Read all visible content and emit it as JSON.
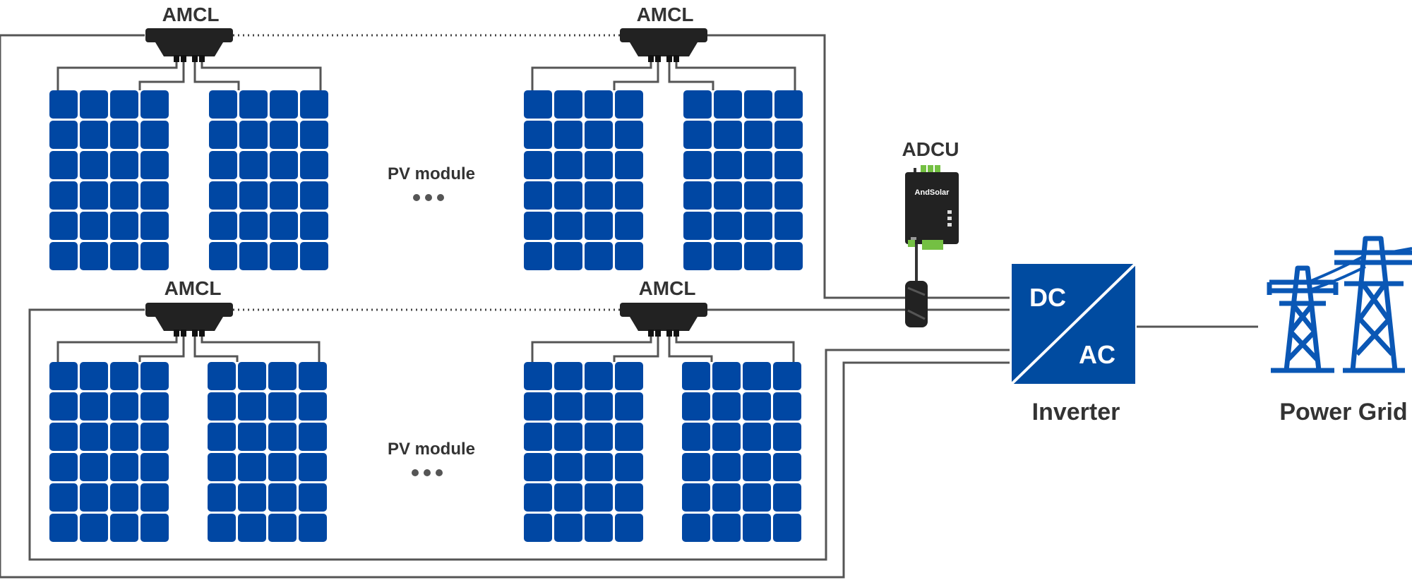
{
  "labels": {
    "amcl": "AMCL",
    "pv_module": "PV module",
    "adcu": "ADCU",
    "adcu_brand": "AndSolar",
    "inverter_dc": "DC",
    "inverter_ac": "AC",
    "inverter": "Inverter",
    "power_grid": "Power Grid"
  },
  "colors": {
    "panel_blue": "#0047a3",
    "inverter_blue": "#004ba0",
    "tower_blue": "#0a57b5",
    "wire": "#555555",
    "device_dark": "#222222",
    "terminal_green": "#74c043"
  },
  "icons": {
    "tower": "transmission-tower-icon",
    "amcl": "amcl-device-icon",
    "adcu": "adcu-device-icon",
    "ct": "current-clamp-icon"
  }
}
